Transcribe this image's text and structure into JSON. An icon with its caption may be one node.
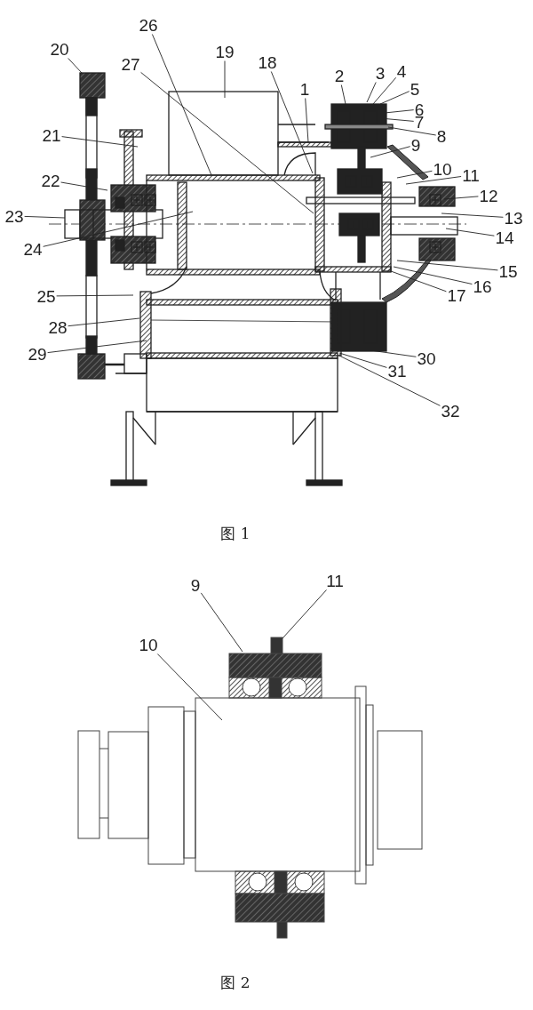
{
  "diagram": {
    "nodes": [
      {
        "text": [
          "1"
        ]
      },
      {
        "text": [
          "2"
        ]
      },
      {
        "text": [
          "3"
        ]
      },
      {
        "text": [
          "4"
        ]
      },
      {
        "text": [
          "5"
        ]
      },
      {
        "text": [
          "6"
        ]
      },
      {
        "text": [
          "7"
        ]
      },
      {
        "text": [
          "8"
        ]
      },
      {
        "text": [
          "9"
        ]
      },
      {
        "text": [
          "10"
        ]
      },
      {
        "text": [
          "11"
        ]
      },
      {
        "text": [
          "12"
        ]
      },
      {
        "text": [
          "13"
        ]
      },
      {
        "text": [
          "14"
        ]
      },
      {
        "text": [
          "15"
        ]
      },
      {
        "text": [
          "16"
        ]
      },
      {
        "text": [
          "17"
        ]
      },
      {
        "text": [
          "18"
        ]
      },
      {
        "text": [
          "19"
        ]
      },
      {
        "text": [
          "20"
        ]
      },
      {
        "text": [
          "21"
        ]
      },
      {
        "text": [
          "22"
        ]
      },
      {
        "text": [
          "23"
        ]
      },
      {
        "text": [
          "24"
        ]
      },
      {
        "text": [
          "25"
        ]
      },
      {
        "text": [
          "26"
        ]
      },
      {
        "text": [
          "27"
        ]
      },
      {
        "text": [
          "28"
        ]
      },
      {
        "text": [
          "29"
        ]
      },
      {
        "text": [
          "30"
        ]
      },
      {
        "text": [
          "31"
        ]
      },
      {
        "text": [
          "32"
        ]
      },
      {
        "text": [
          "9"
        ]
      },
      {
        "text": [
          "10"
        ]
      },
      {
        "text": [
          "11"
        ]
      }
    ],
    "edges": [
      {
        "from": 0,
        "to": null,
        "arrow": "none"
      },
      {
        "from": 1,
        "to": null,
        "arrow": "none"
      },
      {
        "from": 2,
        "to": null,
        "arrow": "none"
      },
      {
        "from": 3,
        "to": null,
        "arrow": "none"
      },
      {
        "from": 4,
        "to": null,
        "arrow": "none"
      },
      {
        "from": 5,
        "to": null,
        "arrow": "none"
      },
      {
        "from": 6,
        "to": null,
        "arrow": "none"
      },
      {
        "from": 7,
        "to": null,
        "arrow": "none"
      },
      {
        "from": 8,
        "to": null,
        "arrow": "none"
      },
      {
        "from": 9,
        "to": null,
        "arrow": "none"
      },
      {
        "from": 10,
        "to": null,
        "arrow": "none"
      },
      {
        "from": 11,
        "to": null,
        "arrow": "none"
      },
      {
        "from": 12,
        "to": null,
        "arrow": "none"
      },
      {
        "from": 13,
        "to": null,
        "arrow": "none"
      },
      {
        "from": 14,
        "to": null,
        "arrow": "none"
      },
      {
        "from": 15,
        "to": null,
        "arrow": "none"
      },
      {
        "from": 16,
        "to": null,
        "arrow": "none"
      },
      {
        "from": 17,
        "to": null,
        "arrow": "none"
      },
      {
        "from": 18,
        "to": null,
        "arrow": "none"
      },
      {
        "from": 19,
        "to": null,
        "arrow": "none"
      },
      {
        "from": 20,
        "to": null,
        "arrow": "none"
      },
      {
        "from": 21,
        "to": null,
        "arrow": "none"
      },
      {
        "from": 22,
        "to": null,
        "arrow": "none"
      },
      {
        "from": 23,
        "to": null,
        "arrow": "none"
      },
      {
        "from": 24,
        "to": null,
        "arrow": "none"
      },
      {
        "from": 25,
        "to": null,
        "arrow": "none"
      },
      {
        "from": 26,
        "to": null,
        "arrow": "none"
      },
      {
        "from": 27,
        "to": null,
        "arrow": "none"
      },
      {
        "from": 28,
        "to": null,
        "arrow": "none"
      },
      {
        "from": 29,
        "to": null,
        "arrow": "none"
      },
      {
        "from": 30,
        "to": null,
        "arrow": "none"
      },
      {
        "from": 31,
        "to": null,
        "arrow": "none"
      },
      {
        "from": 32,
        "to": null,
        "arrow": "none"
      },
      {
        "from": 33,
        "to": null,
        "arrow": "none"
      },
      {
        "from": 34,
        "to": null,
        "arrow": "none"
      }
    ],
    "labels": [
      "图 1",
      "图 2"
    ]
  }
}
